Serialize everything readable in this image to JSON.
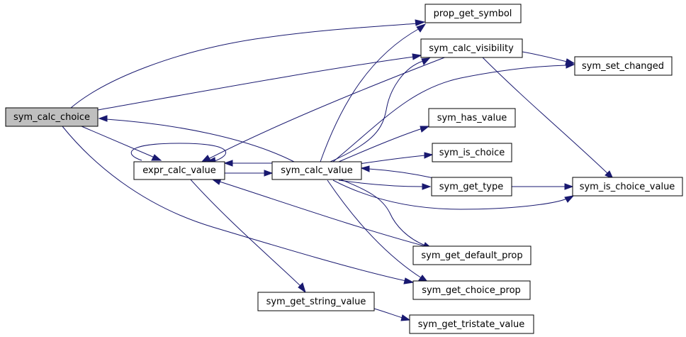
{
  "colors": {
    "edge": "#191970",
    "root_fill": "#bfbfbf",
    "node_fill": "#ffffff",
    "node_border": "#000000"
  },
  "nodes": {
    "sym_calc_choice": "sym_calc_choice",
    "expr_calc_value": "expr_calc_value",
    "sym_calc_value": "sym_calc_value",
    "prop_get_symbol": "prop_get_symbol",
    "sym_calc_visibility": "sym_calc_visibility",
    "sym_set_changed": "sym_set_changed",
    "sym_has_value": "sym_has_value",
    "sym_is_choice": "sym_is_choice",
    "sym_get_type": "sym_get_type",
    "sym_is_choice_value": "sym_is_choice_value",
    "sym_get_default_prop": "sym_get_default_prop",
    "sym_get_choice_prop": "sym_get_choice_prop",
    "sym_get_string_value": "sym_get_string_value",
    "sym_get_tristate_value": "sym_get_tristate_value"
  },
  "root_node": "sym_calc_choice",
  "edges": [
    {
      "from": "sym_calc_choice",
      "to": "prop_get_symbol"
    },
    {
      "from": "sym_calc_choice",
      "to": "sym_calc_visibility"
    },
    {
      "from": "sym_calc_choice",
      "to": "expr_calc_value"
    },
    {
      "from": "sym_calc_choice",
      "to": "sym_get_choice_prop"
    },
    {
      "from": "expr_calc_value",
      "to": "expr_calc_value"
    },
    {
      "from": "expr_calc_value",
      "to": "sym_calc_value"
    },
    {
      "from": "expr_calc_value",
      "to": "sym_get_string_value"
    },
    {
      "from": "sym_calc_value",
      "to": "sym_calc_choice"
    },
    {
      "from": "sym_calc_value",
      "to": "expr_calc_value"
    },
    {
      "from": "sym_calc_value",
      "to": "prop_get_symbol"
    },
    {
      "from": "sym_calc_value",
      "to": "sym_calc_visibility"
    },
    {
      "from": "sym_calc_value",
      "to": "sym_set_changed"
    },
    {
      "from": "sym_calc_value",
      "to": "sym_has_value"
    },
    {
      "from": "sym_calc_value",
      "to": "sym_is_choice"
    },
    {
      "from": "sym_calc_value",
      "to": "sym_get_type"
    },
    {
      "from": "sym_calc_value",
      "to": "sym_is_choice_value"
    },
    {
      "from": "sym_calc_value",
      "to": "sym_get_default_prop"
    },
    {
      "from": "sym_calc_value",
      "to": "sym_get_choice_prop"
    },
    {
      "from": "sym_calc_visibility",
      "to": "expr_calc_value"
    },
    {
      "from": "sym_calc_visibility",
      "to": "sym_set_changed"
    },
    {
      "from": "sym_calc_visibility",
      "to": "sym_is_choice_value"
    },
    {
      "from": "sym_get_type",
      "to": "sym_calc_value"
    },
    {
      "from": "sym_get_type",
      "to": "sym_is_choice_value"
    },
    {
      "from": "sym_get_default_prop",
      "to": "expr_calc_value"
    },
    {
      "from": "sym_get_string_value",
      "to": "sym_get_tristate_value"
    }
  ]
}
